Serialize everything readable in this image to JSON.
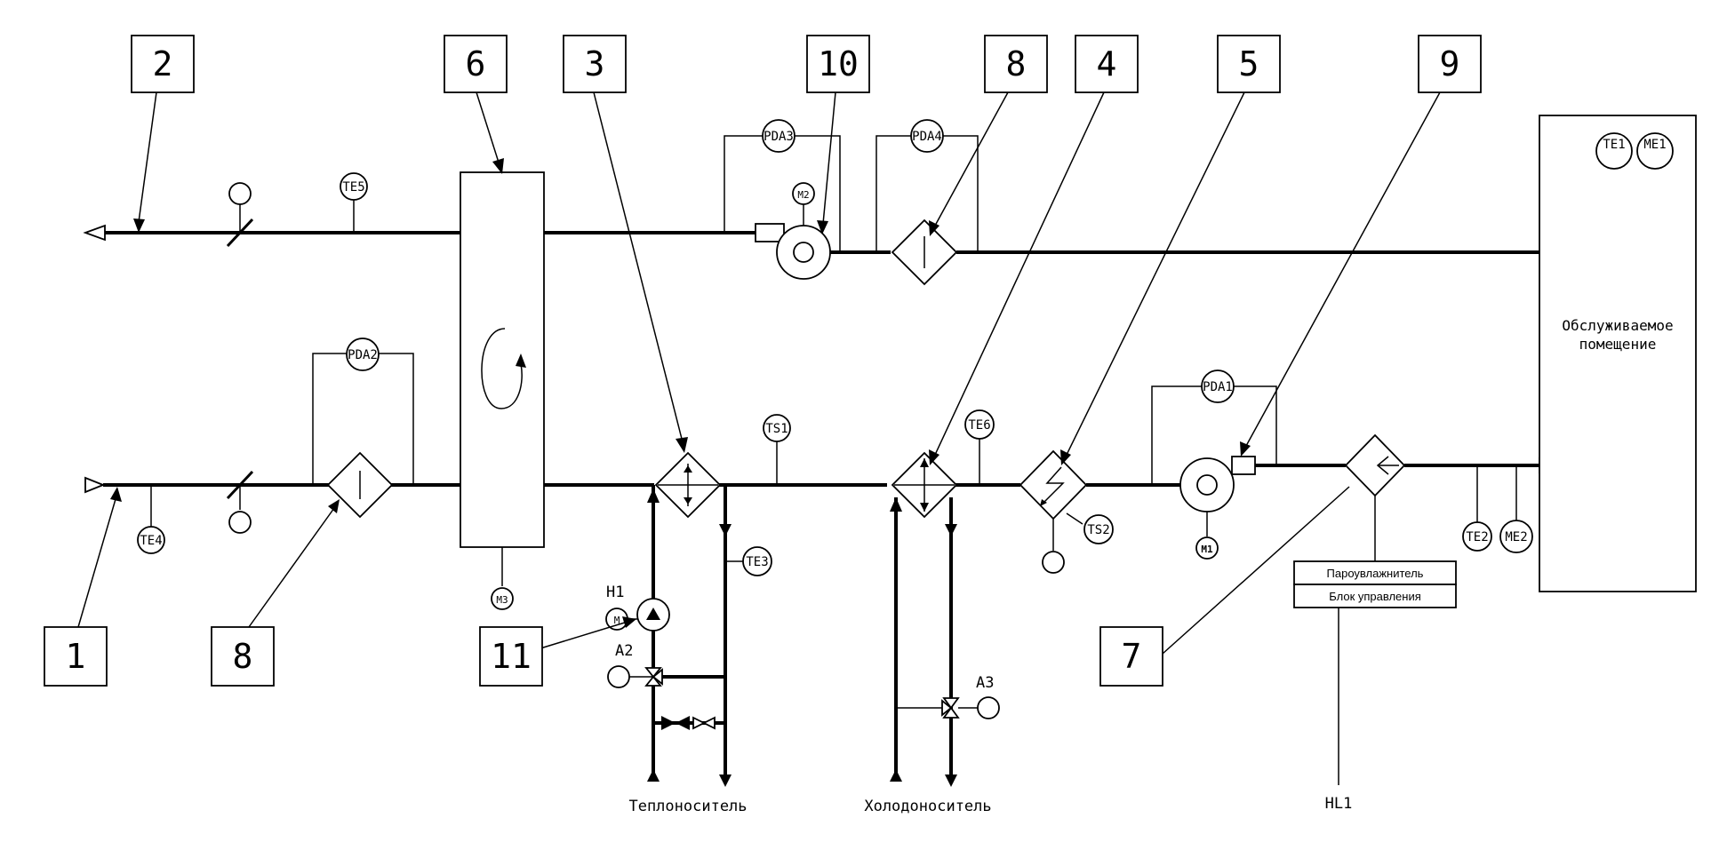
{
  "callouts": {
    "c1": "1",
    "c2": "2",
    "c3": "3",
    "c4": "4",
    "c5": "5",
    "c6": "6",
    "c7": "7",
    "c8a": "8",
    "c8b": "8",
    "c9": "9",
    "c10": "10",
    "c11": "11"
  },
  "sensors": {
    "TE1": "TE1",
    "ME1": "ME1",
    "TE2": "TE2",
    "ME2": "ME2",
    "TE3": "TE3",
    "TE4": "TE4",
    "TE5": "TE5",
    "TE6": "TE6",
    "TS1": "TS1",
    "TS2": "TS2",
    "PDA1": "PDA1",
    "PDA2": "PDA2",
    "PDA3": "PDA3",
    "PDA4": "PDA4",
    "M1": "M1",
    "M2": "M2",
    "M3": "M3",
    "M": "M"
  },
  "labels": {
    "room_line1": "Обслуживаемое",
    "room_line2": "помещение",
    "humidifier": "Пароувлажнитель",
    "control_unit": "Блок управления",
    "hl1": "HL1",
    "heat_carrier": "Теплоноситель",
    "cold_carrier": "Холодоноситель",
    "h1": "H1",
    "a2": "A2",
    "a3": "A3"
  }
}
